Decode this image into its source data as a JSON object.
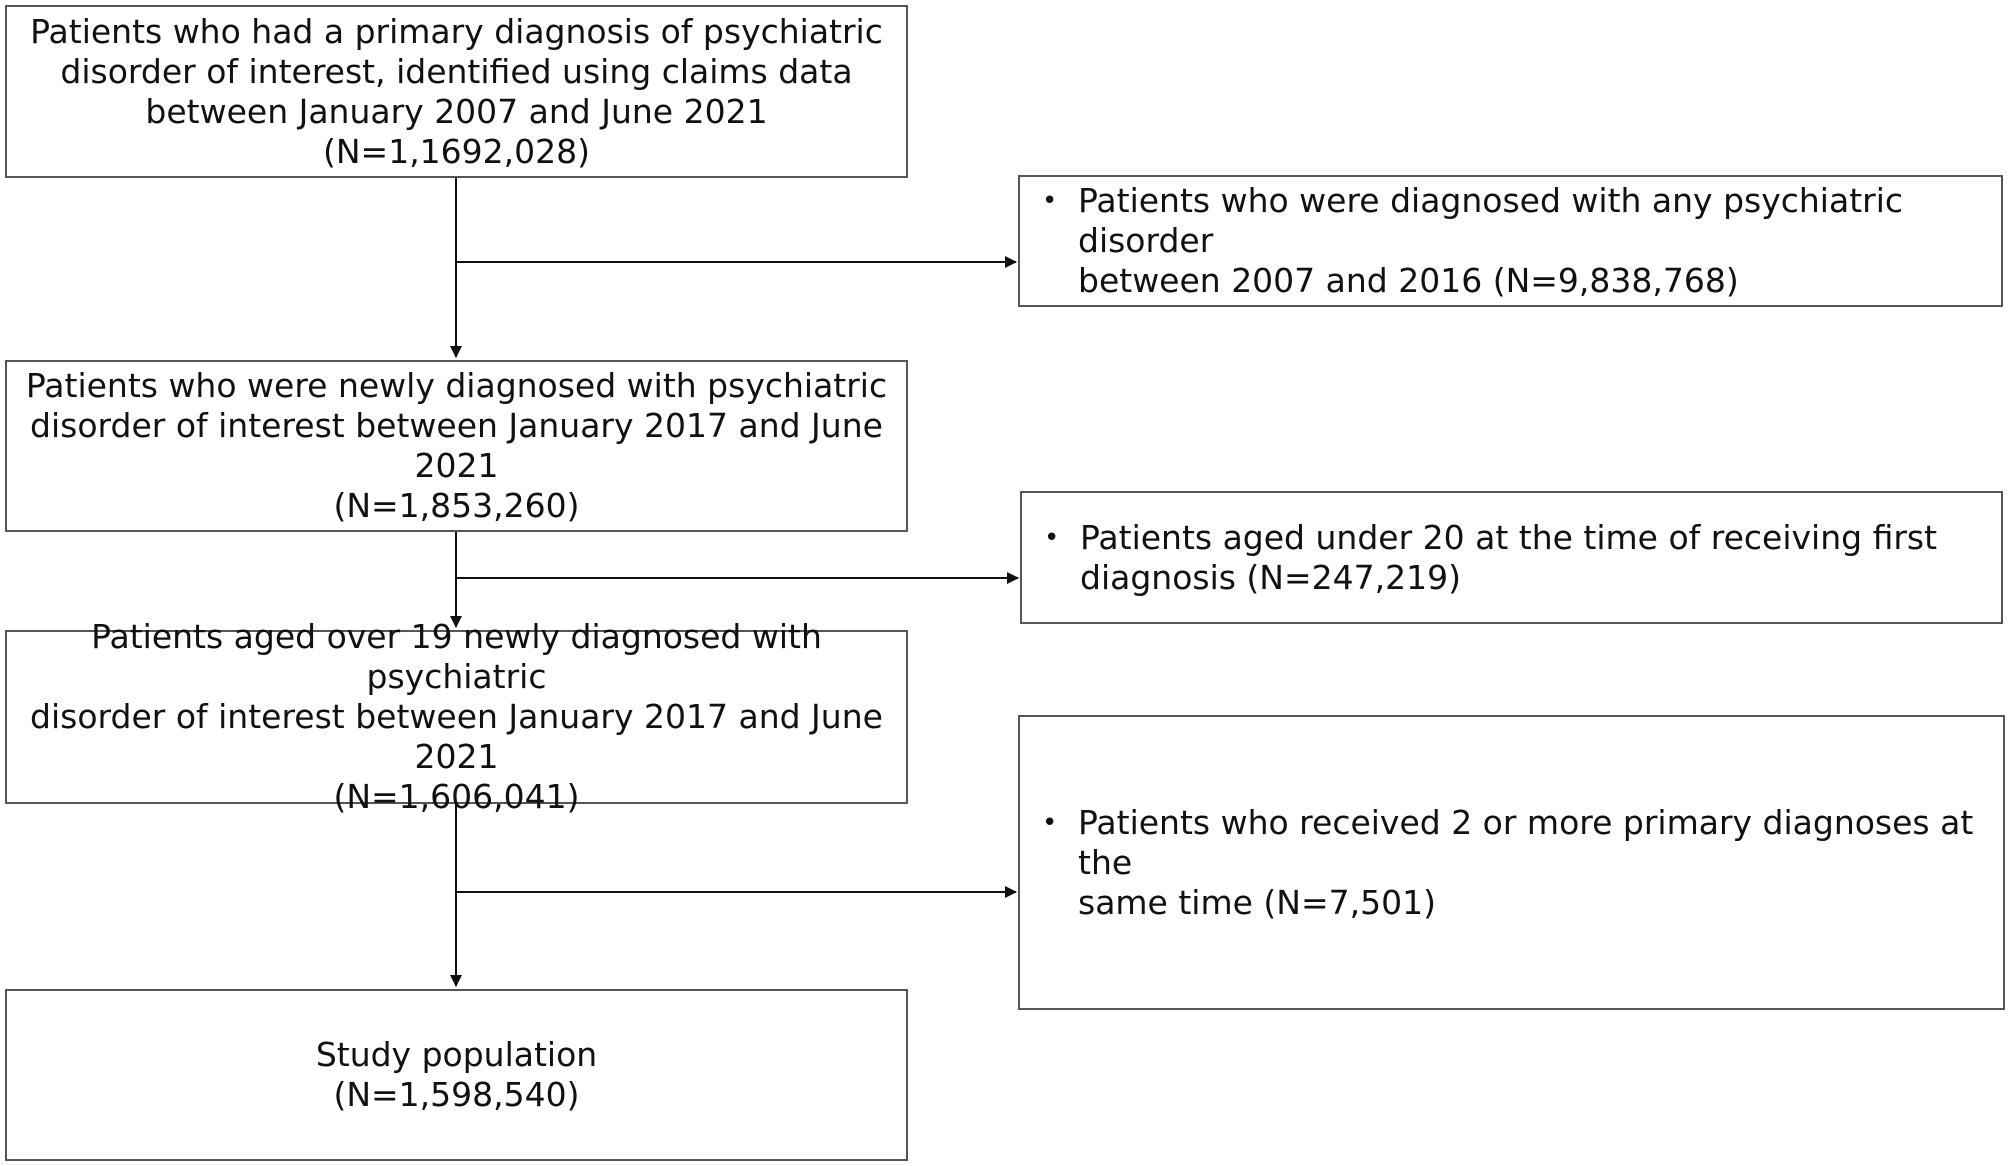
{
  "main_boxes": [
    {
      "lines": [
        "Patients who had a primary diagnosis of psychiatric",
        "disorder of interest, identified using claims data",
        "between January 2007 and June 2021",
        "(N=1,1692,028)"
      ]
    },
    {
      "lines": [
        "Patients who were newly diagnosed with psychiatric",
        "disorder of interest between January 2017 and June",
        "2021",
        "(N=1,853,260)"
      ]
    },
    {
      "lines": [
        "Patients aged over 19 newly diagnosed with psychiatric",
        "disorder of interest between January 2017 and June",
        "2021",
        "(N=1,606,041)"
      ]
    },
    {
      "lines": [
        "Study population",
        "(N=1,598,540)"
      ]
    }
  ],
  "exclusion_boxes": [
    {
      "bullet": "•",
      "lines": [
        "Patients who were diagnosed with any psychiatric disorder",
        "between 2007 and 2016 (N=9,838,768)"
      ]
    },
    {
      "bullet": "•",
      "lines": [
        "Patients aged under 20 at the time of receiving first",
        "diagnosis (N=247,219)"
      ]
    },
    {
      "bullet": "•",
      "lines": [
        "Patients who received 2 or more primary diagnoses at the",
        "same time (N=7,501)"
      ]
    }
  ]
}
